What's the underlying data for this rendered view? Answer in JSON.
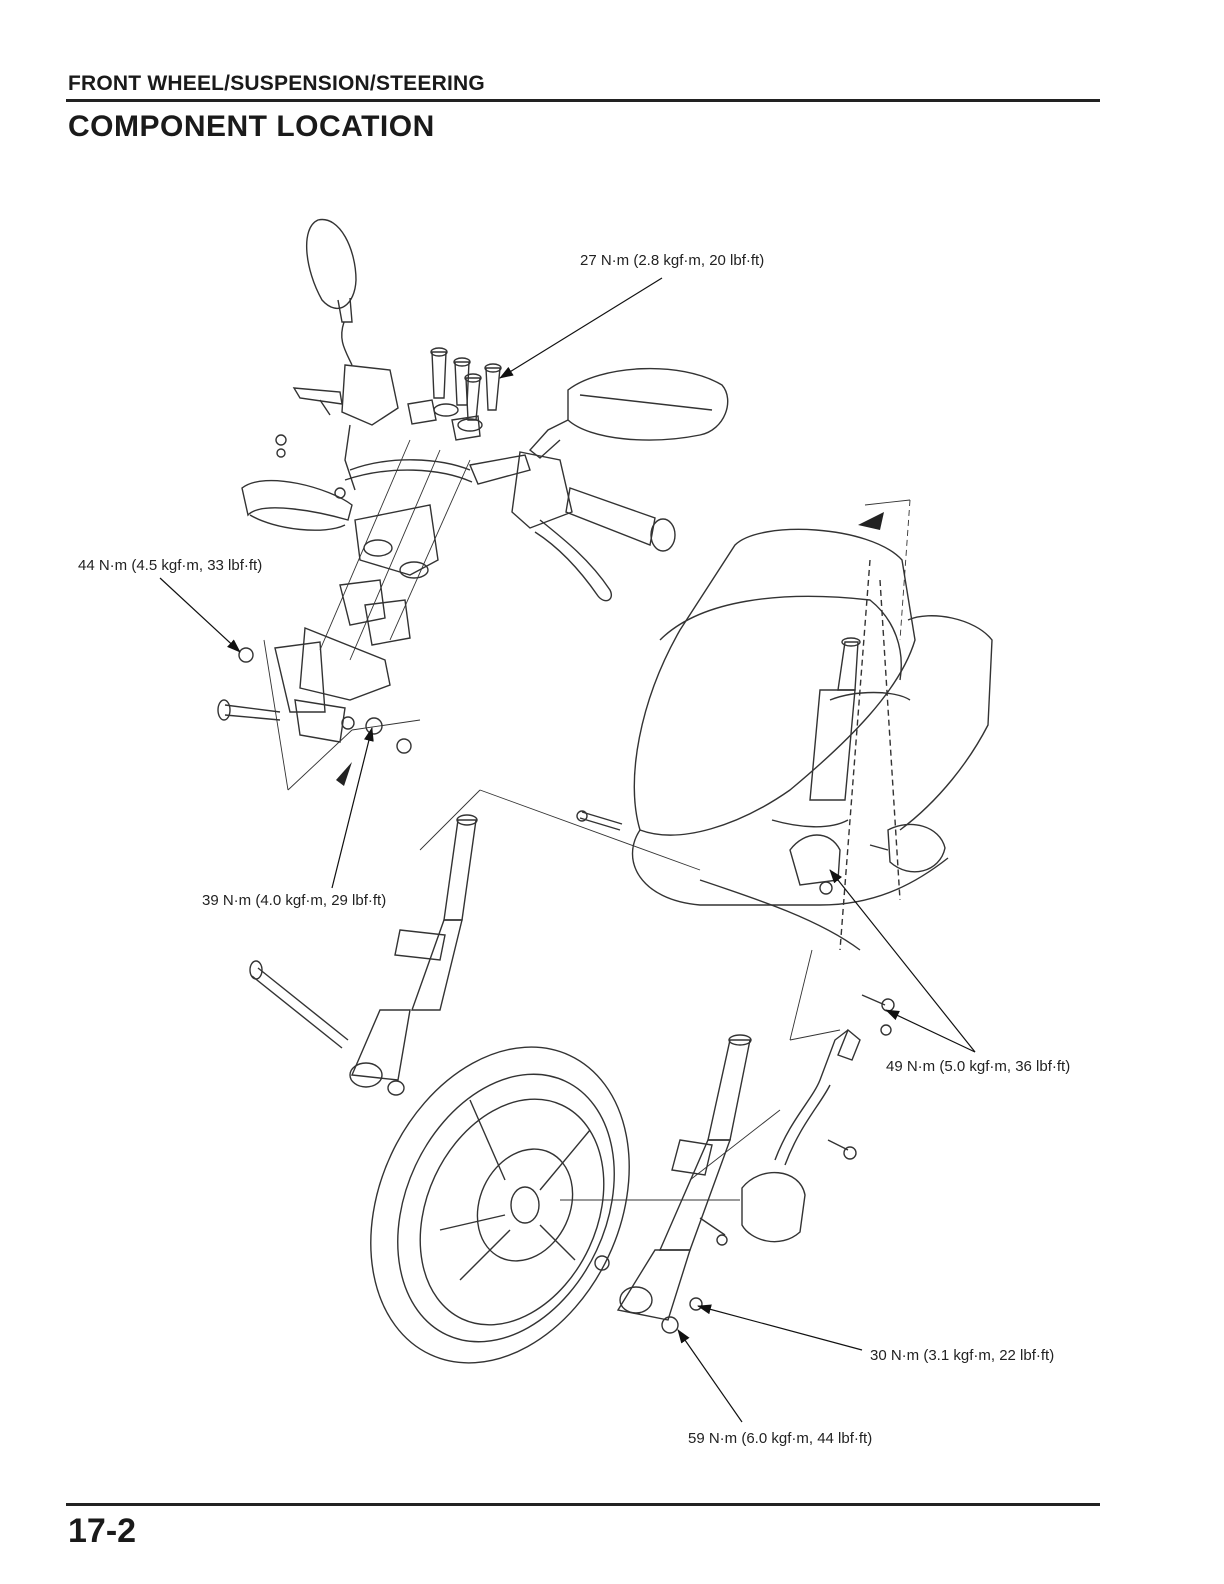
{
  "header": {
    "section": "FRONT WHEEL/SUSPENSION/STEERING",
    "title": "COMPONENT LOCATION"
  },
  "callouts": [
    {
      "id": "c27",
      "text": "27 N·m (2.8 kgf·m, 20 lbf·ft)"
    },
    {
      "id": "c44",
      "text": "44 N·m (4.5 kgf·m, 33 lbf·ft)"
    },
    {
      "id": "c39",
      "text": "39 N·m (4.0 kgf·m, 29 lbf·ft)"
    },
    {
      "id": "c49",
      "text": "49 N·m (5.0 kgf·m, 36 lbf·ft)"
    },
    {
      "id": "c30",
      "text": "30 N·m (3.1 kgf·m, 22 lbf·ft)"
    },
    {
      "id": "c59",
      "text": "59 N·m (6.0 kgf·m, 44 lbf·ft)"
    }
  ],
  "footer": {
    "page": "17-2"
  }
}
